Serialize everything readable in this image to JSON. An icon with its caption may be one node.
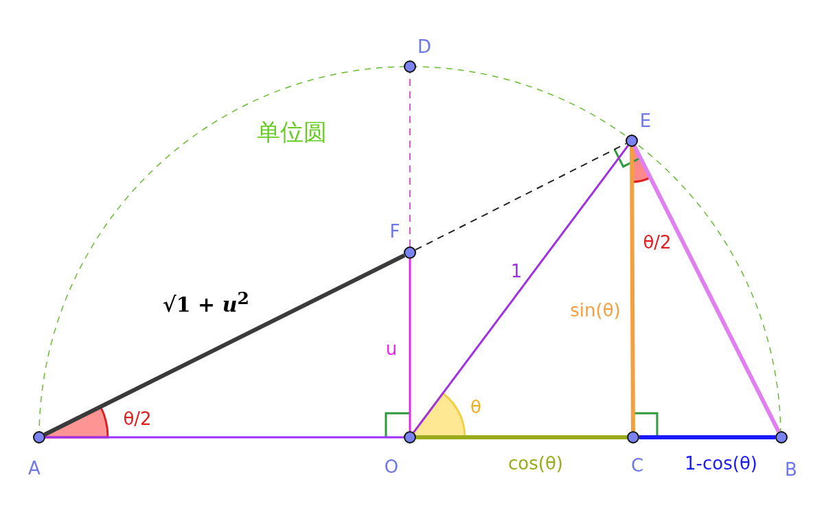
{
  "diagram": {
    "nodes": [
      {
        "text": [],
        "shape": "circle",
        "beside": [
          "D"
        ]
      },
      {
        "text": [],
        "shape": "circle",
        "beside": [
          "E"
        ]
      },
      {
        "text": [],
        "shape": "circle",
        "beside": [
          "F"
        ]
      },
      {
        "text": [],
        "shape": "circle",
        "beside": [
          "A"
        ]
      },
      {
        "text": [],
        "shape": "circle",
        "beside": [
          "O"
        ]
      },
      {
        "text": [],
        "shape": "circle",
        "beside": [
          "C"
        ]
      },
      {
        "text": [],
        "shape": "circle",
        "beside": [
          "B"
        ]
      }
    ],
    "edges": [
      {
        "from": 2,
        "to": 0,
        "arrow": "none",
        "style": "dashed",
        "color": "#e055e0"
      },
      {
        "from": 2,
        "to": 1,
        "arrow": "none",
        "style": "dashed",
        "color": "#222222"
      },
      {
        "from": 3,
        "to": 2,
        "arrow": "none",
        "style": "thick",
        "color": "#3a3a3a",
        "label": "√1 + *u*$^{2}$"
      },
      {
        "from": 4,
        "to": 1,
        "arrow": "none",
        "color": "#a030e0",
        "label": "1"
      },
      {
        "from": 1,
        "to": 5,
        "arrow": "none",
        "style": "thick",
        "color": "#f5a040",
        "label": "sin(θ)"
      },
      {
        "from": 1,
        "to": 6,
        "arrow": "none",
        "style": "thick",
        "color": "#e080f0"
      },
      {
        "from": 4,
        "to": 2,
        "arrow": "none",
        "color": "#ee22ee",
        "label": "u"
      },
      {
        "from": 3,
        "to": 4,
        "arrow": "none",
        "color": "#9b30ff"
      },
      {
        "from": 4,
        "to": 5,
        "arrow": "none",
        "style": "thick",
        "color": "#9aab1c",
        "label": "cos(θ)"
      },
      {
        "from": 5,
        "to": 6,
        "arrow": "none",
        "style": "thick",
        "color": "#1a1aff",
        "label": "1-cos(θ)"
      }
    ],
    "labels": [
      "单位圆",
      "θ/2",
      "θ",
      "θ/2"
    ]
  }
}
